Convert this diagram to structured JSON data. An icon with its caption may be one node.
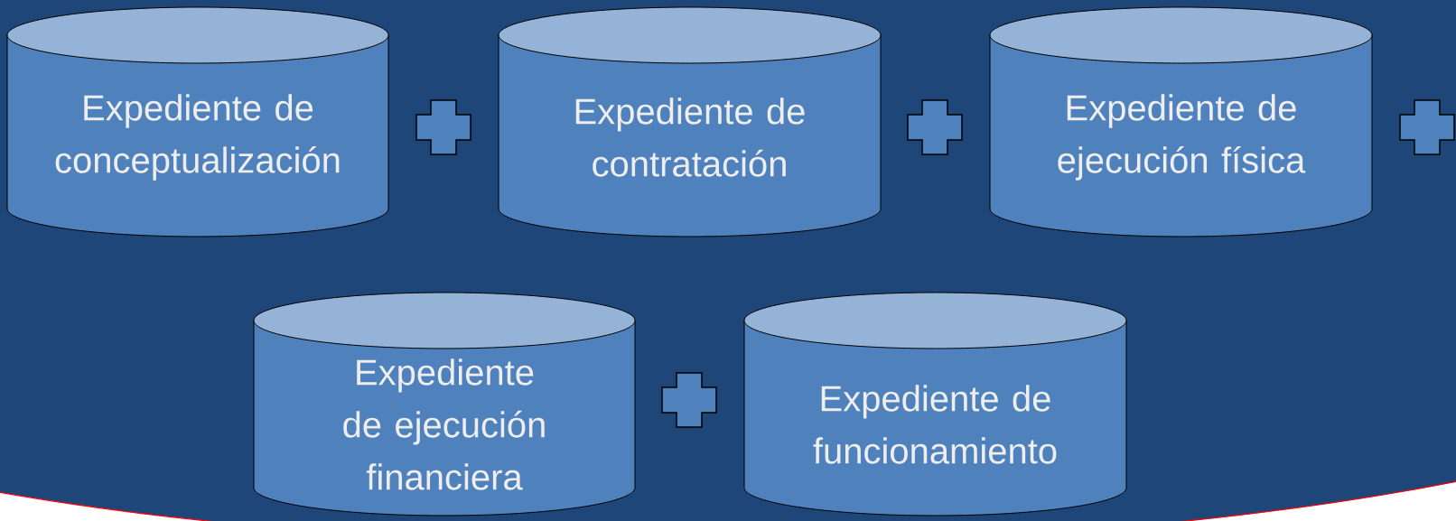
{
  "diagram": {
    "nodes": [
      {
        "text": [
          "Expediente de conceptualización"
        ]
      },
      {
        "text": [
          "Expediente de contratación"
        ]
      },
      {
        "text": [
          "Expediente de ejecución física"
        ]
      },
      {
        "text": [
          "Expediente de ejecución financiera"
        ]
      },
      {
        "text": [
          "Expediente de funcionamiento"
        ]
      }
    ]
  }
}
